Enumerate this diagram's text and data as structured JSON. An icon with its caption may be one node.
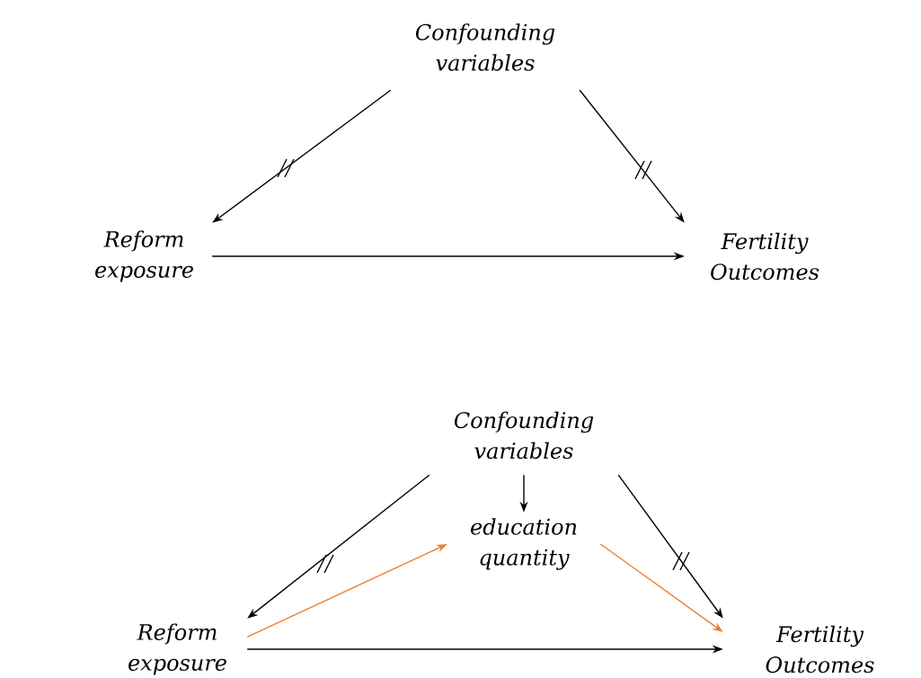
{
  "diagram": {
    "nodes": [
      {
        "text": [
          "Confounding variables"
        ]
      },
      {
        "text": [
          "Reform exposure"
        ]
      },
      {
        "text": [
          "Fertility Outcomes"
        ]
      },
      {
        "text": [
          "Confounding variables"
        ]
      },
      {
        "text": [
          "education quantity"
        ]
      },
      {
        "text": [
          "Reform exposure"
        ]
      },
      {
        "text": [
          "Fertility Outcomes"
        ]
      }
    ],
    "edges": [
      {
        "from": 0,
        "to": 1,
        "arrow": "to"
      },
      {
        "from": 0,
        "to": 2,
        "arrow": "to"
      },
      {
        "from": 1,
        "to": 2,
        "arrow": "to"
      },
      {
        "from": 3,
        "to": 5,
        "arrow": "to"
      },
      {
        "from": 3,
        "to": 6,
        "arrow": "to"
      },
      {
        "from": 3,
        "to": 4,
        "arrow": "to"
      },
      {
        "from": 5,
        "to": 4,
        "arrow": "to",
        "color": "#ed7d31"
      },
      {
        "from": 4,
        "to": 6,
        "arrow": "to",
        "color": "#ed7d31"
      },
      {
        "from": 5,
        "to": 6,
        "arrow": "to"
      }
    ]
  }
}
